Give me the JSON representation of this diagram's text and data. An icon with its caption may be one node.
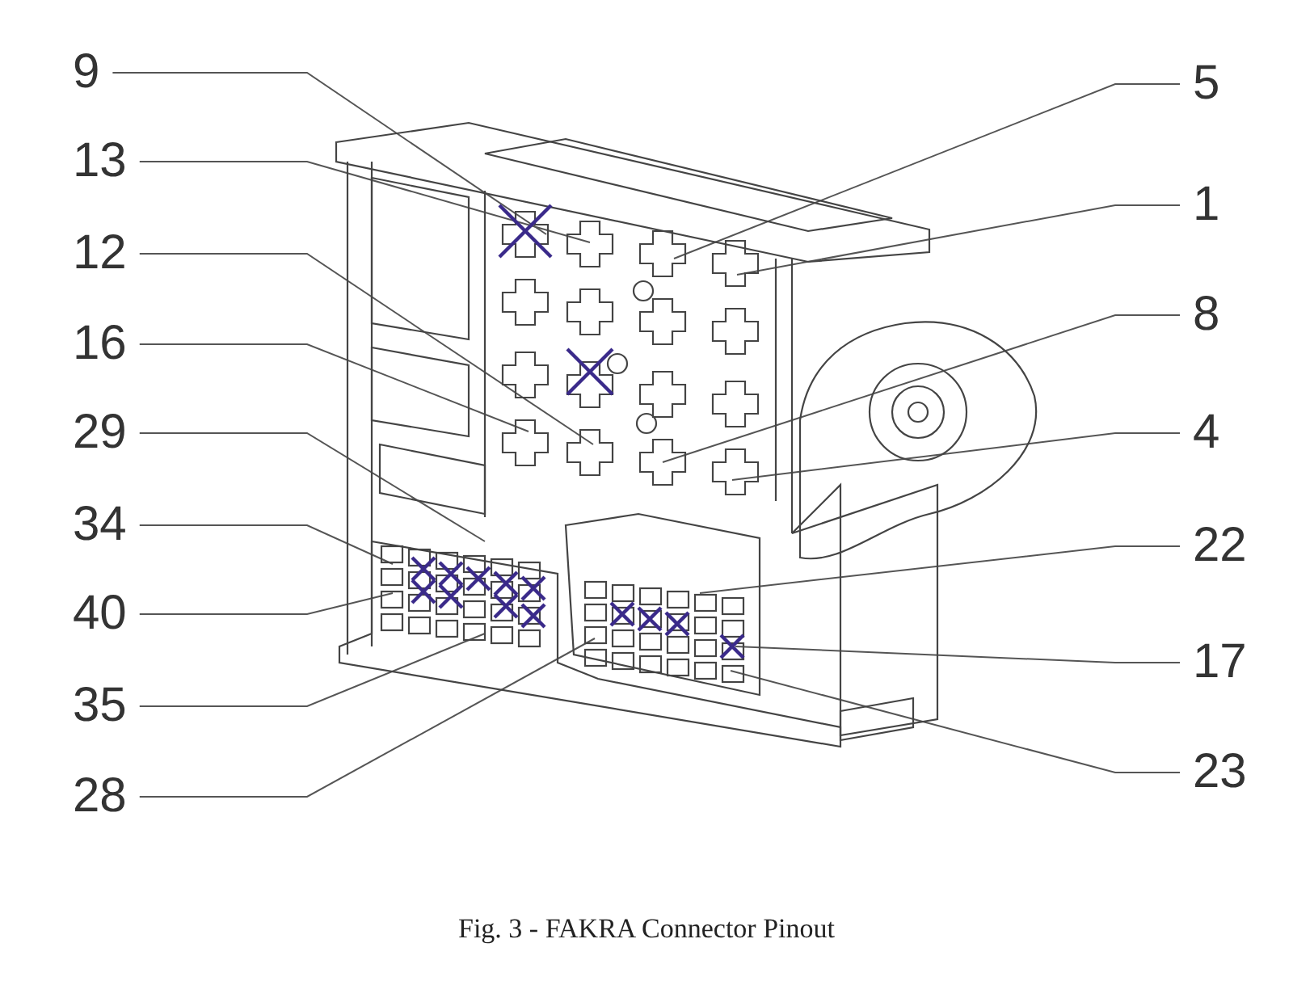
{
  "diagram": {
    "caption": "Fig. 3 - FAKRA Connector Pinout",
    "nodes": [
      {
        "text": [
          "9"
        ]
      },
      {
        "text": [
          "13"
        ]
      },
      {
        "text": [
          "12"
        ]
      },
      {
        "text": [
          "16"
        ]
      },
      {
        "text": [
          "29"
        ]
      },
      {
        "text": [
          "34"
        ]
      },
      {
        "text": [
          "40"
        ]
      },
      {
        "text": [
          "35"
        ]
      },
      {
        "text": [
          "28"
        ]
      },
      {
        "text": [
          "5"
        ]
      },
      {
        "text": [
          "1"
        ]
      },
      {
        "text": [
          "8"
        ]
      },
      {
        "text": [
          "4"
        ]
      },
      {
        "text": [
          "22"
        ]
      },
      {
        "text": [
          "17"
        ]
      },
      {
        "text": [
          "23"
        ]
      }
    ],
    "edges": [
      {
        "from": 0,
        "to": null,
        "arrow": "none"
      },
      {
        "from": 1,
        "to": null,
        "arrow": "none"
      },
      {
        "from": 2,
        "to": null,
        "arrow": "none"
      },
      {
        "from": 3,
        "to": null,
        "arrow": "none"
      },
      {
        "from": 4,
        "to": null,
        "arrow": "none"
      },
      {
        "from": 5,
        "to": null,
        "arrow": "none"
      },
      {
        "from": 6,
        "to": null,
        "arrow": "none"
      },
      {
        "from": 7,
        "to": null,
        "arrow": "none"
      },
      {
        "from": 8,
        "to": null,
        "arrow": "none"
      },
      {
        "from": 9,
        "to": null,
        "arrow": "none"
      },
      {
        "from": 10,
        "to": null,
        "arrow": "none"
      },
      {
        "from": 11,
        "to": null,
        "arrow": "none"
      },
      {
        "from": 12,
        "to": null,
        "arrow": "none"
      },
      {
        "from": 13,
        "to": null,
        "arrow": "none"
      },
      {
        "from": 14,
        "to": null,
        "arrow": "none"
      },
      {
        "from": 15,
        "to": null,
        "arrow": "none"
      }
    ]
  }
}
